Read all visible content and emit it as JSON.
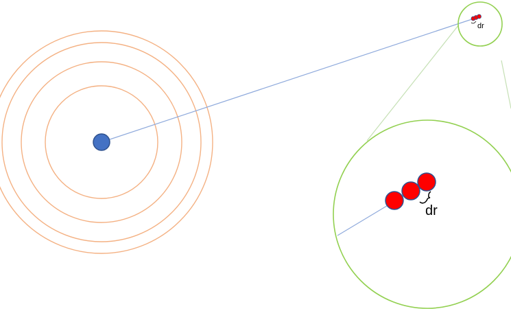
{
  "labels": {
    "small": "dr",
    "large": "dr"
  },
  "colors": {
    "background": "#ffffff",
    "shell_rings": "#f4b183",
    "central_particle": "#4472c4",
    "central_particle_stroke": "#2f528f",
    "path_line": "#8faadc",
    "magnifier": "#92d050",
    "zoom_lines": "#c5e0b4",
    "particles": "#ff0000",
    "particles_stroke": "#2f528f",
    "brace": "#000000"
  },
  "counts": {
    "shell_rings": 4,
    "particles": 3
  }
}
